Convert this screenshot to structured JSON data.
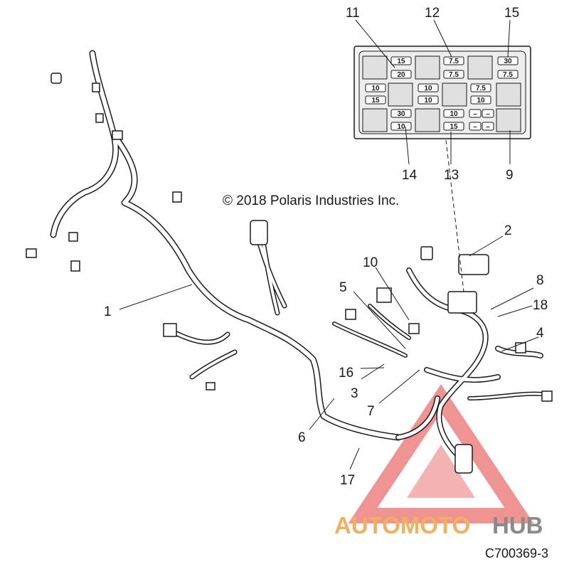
{
  "copyright": "© 2018 Polaris Industries Inc.",
  "part_code": "C700369-3",
  "watermark": {
    "text_a": "AUTOMOTO",
    "text_b": "HUB",
    "color_a": "#f0b060",
    "color_b": "#8a8a8a",
    "triangle_color": "#e23b3b"
  },
  "callouts": [
    "1",
    "2",
    "3",
    "4",
    "5",
    "6",
    "7",
    "8",
    "9",
    "10",
    "11",
    "12",
    "13",
    "14",
    "15",
    "16",
    "17",
    "18"
  ],
  "fuse_box": {
    "fuses": [
      "15",
      "20",
      "7.5",
      "7.5",
      "30",
      "7.5",
      "10",
      "15",
      "10",
      "10",
      "7.5",
      "10",
      "30",
      "10",
      "10",
      "15",
      "–",
      "–",
      "–",
      "–"
    ]
  },
  "colors": {
    "line": "#1a1a1a",
    "box_fill": "#e6e6e6",
    "harness_fill": "#ffffff",
    "accent_red": "#e23b3b"
  }
}
